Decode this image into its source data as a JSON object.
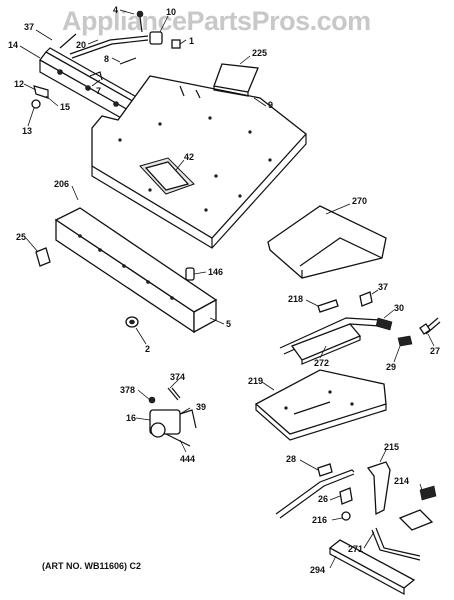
{
  "watermark": "AppliancePartsPros.com",
  "art_number": "(ART NO. WB11606) C2",
  "callouts": [
    "4",
    "10",
    "1",
    "37",
    "14",
    "20",
    "8",
    "7",
    "12",
    "15",
    "13",
    "225",
    "9",
    "42",
    "206",
    "25",
    "146",
    "5",
    "2",
    "270",
    "37",
    "218",
    "30",
    "27",
    "29",
    "272",
    "374",
    "378",
    "39",
    "16",
    "444",
    "219",
    "215",
    "28",
    "214",
    "26",
    "216",
    "271",
    "294"
  ]
}
